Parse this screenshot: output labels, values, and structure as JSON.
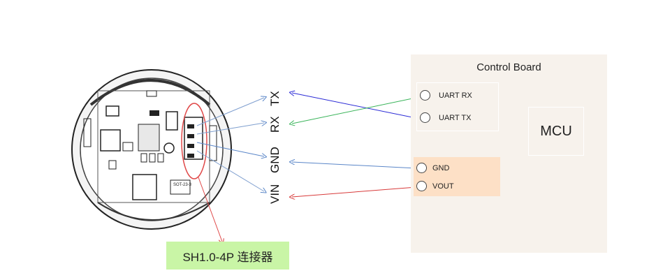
{
  "board": {
    "title": "Control Board",
    "mcu_label": "MCU",
    "uart_pins": [
      "UART RX",
      "UART TX"
    ],
    "power_pins": [
      "GND",
      "VOUT"
    ]
  },
  "sensor": {
    "pins": [
      "TX",
      "RX",
      "GND",
      "VIN"
    ],
    "silkscreen": [
      "SOT-23-3"
    ]
  },
  "connector_label": "SH1.0-4P 连接器",
  "colors": {
    "tx_line": "#2b2bd6",
    "rx_line": "#3ab45a",
    "gnd_line": "#5a86c8",
    "vin_line": "#d83a3a",
    "board_bg": "#f7f2ec",
    "power_box": "#fde0c6",
    "label_bg": "#c9f5a6"
  }
}
